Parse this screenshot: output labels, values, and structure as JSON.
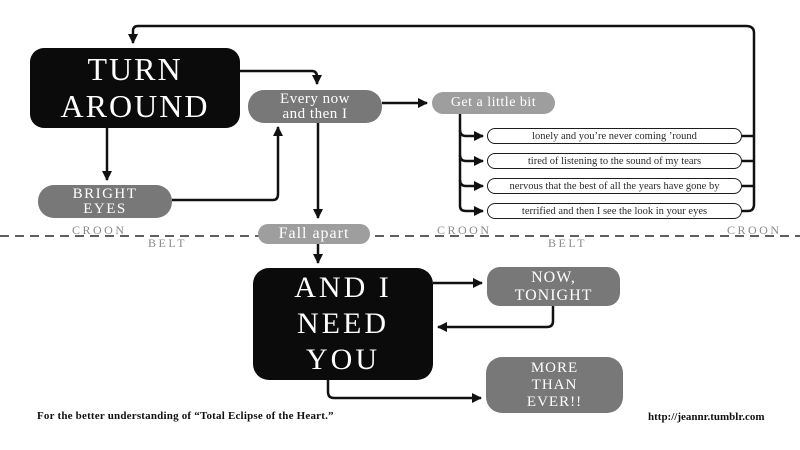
{
  "page": {
    "caption": "For the better understanding of “Total Eclipse of the Heart.”",
    "credit": "http://jeannr.tumblr.com"
  },
  "register_labels": {
    "croon_left": "CROON",
    "belt_left": "BELT",
    "croon_mid": "CROON",
    "belt_mid": "BELT",
    "croon_right": "CROON"
  },
  "nodes": {
    "turn_around": {
      "lines": [
        "TURN",
        "AROUND"
      ]
    },
    "bright_eyes": {
      "lines": [
        "BRIGHT",
        "EYES"
      ]
    },
    "every_now": {
      "lines": [
        "Every now",
        "and then I"
      ]
    },
    "get_a_little_bit": {
      "label": "Get a little bit"
    },
    "fall_apart": {
      "label": "Fall apart"
    },
    "feelings": [
      "lonely and you’re never coming ’round",
      "tired of listening to the sound of my tears",
      "nervous that the best of all the years have gone by",
      "terrified and then I see the look in your eyes"
    ],
    "and_i_need_you": {
      "lines": [
        "AND I",
        "NEED",
        "YOU"
      ]
    },
    "now_tonight": {
      "lines": [
        "NOW,",
        "TONIGHT"
      ]
    },
    "more_than_ever": {
      "lines": [
        "MORE",
        "THAN",
        "EVER!!"
      ]
    }
  },
  "colors": {
    "black_box": "#0b0b0b",
    "gray_box": "#787878",
    "light_gray_box": "#9e9e9e",
    "arrow": "#111111",
    "register_label": "#8a8a8a"
  }
}
